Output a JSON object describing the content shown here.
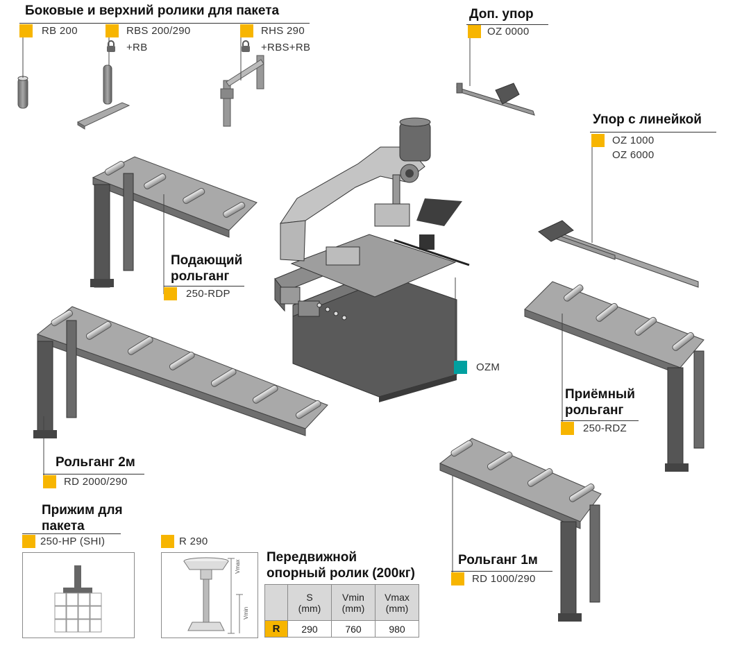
{
  "side_rollers": {
    "title": "Боковые и верхний ролики для пакета",
    "rb": "RB 200",
    "rbs": "RBS 200/290",
    "rbs_sub": "+RB",
    "rhs": "RHS 290",
    "rhs_sub": "+RBS+RB"
  },
  "extra_stop": {
    "title": "Доп. упор",
    "code": "OZ 0000"
  },
  "stop_ruler": {
    "title": "Упор с линейкой",
    "code1": "OZ 1000",
    "code2": "OZ 6000"
  },
  "feed_table": {
    "title1": "Подающий",
    "title2": "рольганг",
    "code": "250-RDP"
  },
  "ozm": {
    "code": "OZM"
  },
  "exit_table": {
    "title1": "Приёмный",
    "title2": "рольганг",
    "code": "250-RDZ"
  },
  "roller2m": {
    "title": "Рольганг 2м",
    "code": "RD 2000/290"
  },
  "roller1m": {
    "title": "Рольганг 1м",
    "code": "RD 1000/290"
  },
  "clamp": {
    "title1": "Прижим для",
    "title2": "пакета",
    "code": "250-HP (SHI)"
  },
  "r290": {
    "code": "R 290",
    "title1": "Передвижной",
    "title2": "опорный ролик (200кг)",
    "vmax_label": "Vmax",
    "vmin_label": "Vmin",
    "table": {
      "headers": [
        {
          "line1": "S",
          "line2": "(mm)"
        },
        {
          "line1": "Vmin",
          "line2": "(mm)"
        },
        {
          "line1": "Vmax",
          "line2": "(mm)"
        }
      ],
      "row_label": "R",
      "values": [
        "290",
        "760",
        "980"
      ]
    }
  },
  "colors": {
    "accent": "#f7b500",
    "teal": "#00a0a0",
    "machine": "#5a5a5a",
    "roller": "#c8c8c8"
  }
}
